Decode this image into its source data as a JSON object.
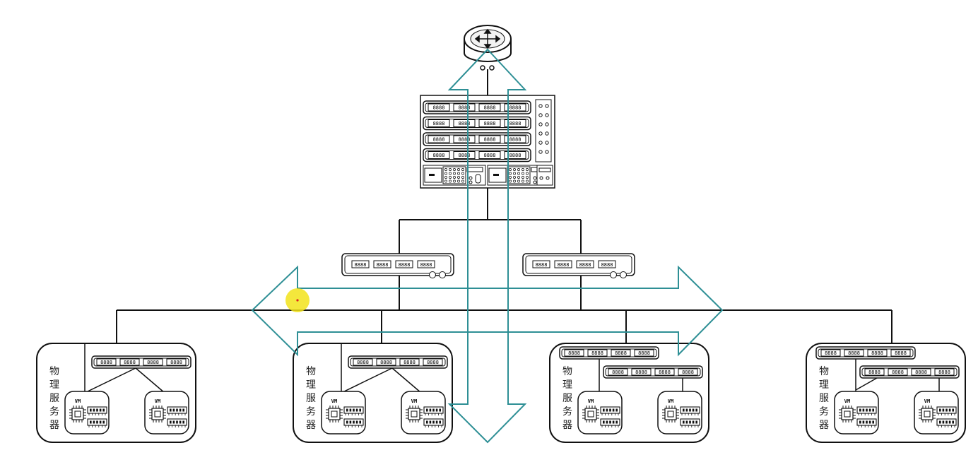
{
  "diagram": {
    "physical_server_label": "物理服务器",
    "vm_label": "VM",
    "port_glyph": "8888",
    "colors": {
      "line": "#111111",
      "arrow": "#2e8f95",
      "cursor_highlight": "#f2e31a"
    }
  }
}
